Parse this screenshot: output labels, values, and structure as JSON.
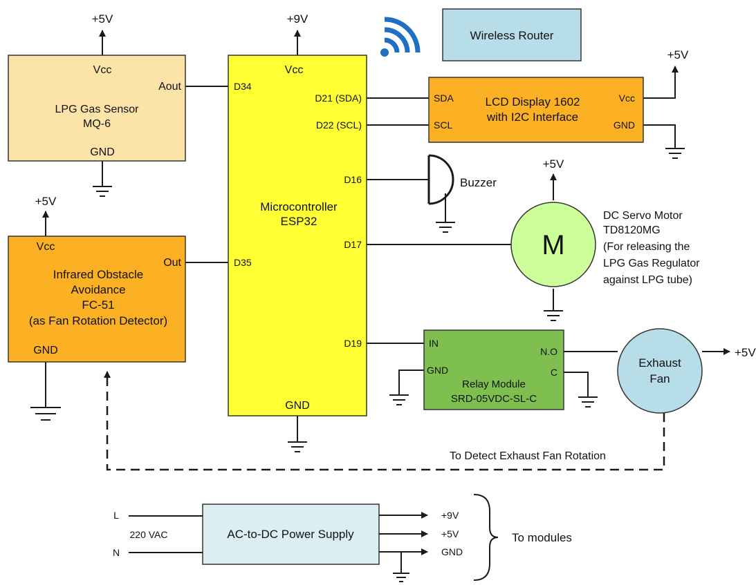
{
  "colors": {
    "sensor_box": "#fce3a8",
    "module_box": "#fcb024",
    "mcu_box": "#ffff33",
    "router_box": "#b7dde8",
    "relay_box": "#7fbf50",
    "motor_circle": "#ccff99",
    "fan_circle": "#b7dde8",
    "psu_box": "#dbeef3",
    "wifi_icon": "#1f6fc5",
    "wire": "#1a1a1a"
  },
  "power_labels": {
    "gas_sensor": "+5V",
    "mcu": "+9V",
    "ir_sensor": "+5V",
    "lcd": "+5V",
    "servo": "+5V",
    "fan": "+5V"
  },
  "gas_sensor": {
    "vcc": "Vcc",
    "aout": "Aout",
    "name_line1": "LPG Gas Sensor",
    "name_line2": "MQ-6",
    "gnd": "GND"
  },
  "ir_sensor": {
    "vcc": "Vcc",
    "out": "Out",
    "name_line1": "Infrared Obstacle",
    "name_line2": "Avoidance",
    "name_line3": "FC-51",
    "name_line4": "(as Fan Rotation Detector)",
    "gnd": "GND"
  },
  "mcu": {
    "vcc": "Vcc",
    "name_line1": "Microcontroller",
    "name_line2": "ESP32",
    "gnd": "GND",
    "pins": {
      "d34": "D34",
      "d35": "D35",
      "d21": "D21 (SDA)",
      "d22": "D22 (SCL)",
      "d16": "D16",
      "d17": "D17",
      "d19": "D19"
    }
  },
  "router": {
    "name": "Wireless Router",
    "wifi_icon": "wifi-signal"
  },
  "lcd": {
    "sda": "SDA",
    "scl": "SCL",
    "vcc": "Vcc",
    "gnd": "GND",
    "name_line1": "LCD Display 1602",
    "name_line2": "with  I2C Interface"
  },
  "buzzer": {
    "name": "Buzzer"
  },
  "servo": {
    "symbol": "M",
    "desc_line1": "DC Servo Motor",
    "desc_line2": "TD8120MG",
    "desc_line3": "(For releasing the",
    "desc_line4": "LPG Gas Regulator",
    "desc_line5": "against LPG tube)"
  },
  "relay": {
    "in": "IN",
    "gnd": "GND",
    "no": "N.O",
    "c": "C",
    "name_line1": "Relay Module",
    "name_line2": "SRD-05VDC-SL-C"
  },
  "fan": {
    "name_line1": "Exhaust",
    "name_line2": "Fan"
  },
  "feedback_label": "To Detect Exhaust Fan Rotation",
  "psu": {
    "name": "AC-to-DC Power Supply",
    "input_l": "L",
    "input_n": "N",
    "input_voltage": "220 VAC",
    "out_9v": "+9V",
    "out_5v": "+5V",
    "out_gnd": "GND",
    "to_modules": "To modules"
  }
}
